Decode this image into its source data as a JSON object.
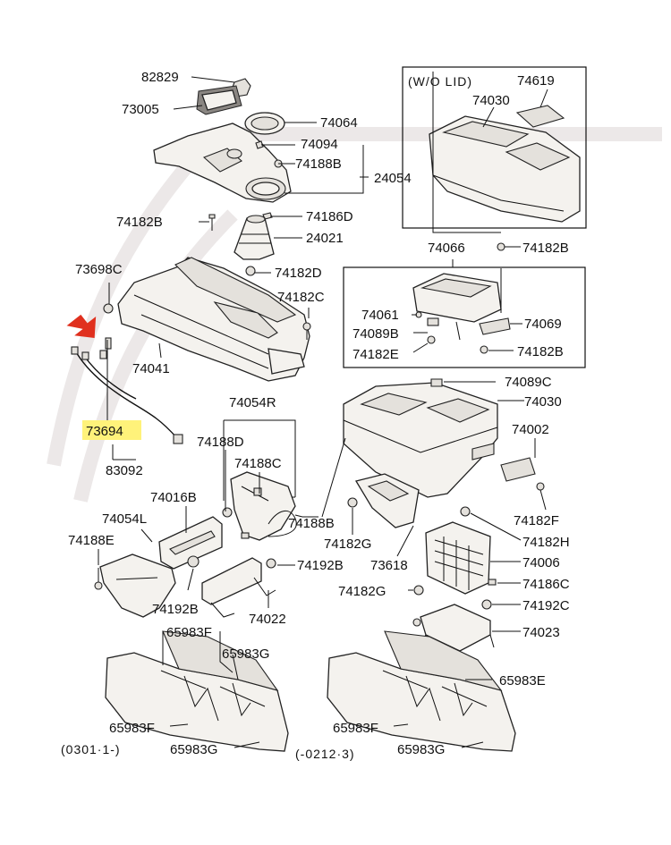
{
  "diagram": {
    "box_top_note": "(W/O  LID)",
    "variant_left": "(0301·1-)",
    "variant_right": "(-0212·3)",
    "highlighted_part": "73694",
    "highlight_color": "#fff27a",
    "arrow_color": "#e0301e",
    "labels": {
      "l82829": "82829",
      "l73005": "73005",
      "l74064": "74064",
      "l74094": "74094",
      "l74188B_a": "74188B",
      "l24054": "24054",
      "l74182B_a": "74182B",
      "l74186D": "74186D",
      "l24021": "24021",
      "l73698C": "73698C",
      "l74182D": "74182D",
      "l74182C": "74182C",
      "l74041": "74041",
      "l73694": "73694",
      "l83092": "83092",
      "l74054R": "74054R",
      "l74188D": "74188D",
      "l74188C": "74188C",
      "l74016B": "74016B",
      "l74054L": "74054L",
      "l74188E": "74188E",
      "l74192B_a": "74192B",
      "l74192B_b": "74192B",
      "l74022": "74022",
      "l74188B_b": "74188B",
      "l74619": "74619",
      "l74030_a": "74030",
      "l74066": "74066",
      "l74182B_b": "74182B",
      "l74061": "74061",
      "l74069": "74069",
      "l74089B": "74089B",
      "l74182E": "74182E",
      "l74182B_c": "74182B",
      "l74089C": "74089C",
      "l74030_b": "74030",
      "l74002": "74002",
      "l74182F": "74182F",
      "l74182G_a": "74182G",
      "l73618": "73618",
      "l74182H": "74182H",
      "l74006": "74006",
      "l74182G_b": "74182G",
      "l74186C": "74186C",
      "l74192C": "74192C",
      "l74023": "74023",
      "l65983F_a": "65983F",
      "l65983G_a": "65983G",
      "l65983E": "65983E",
      "l65983F_b": "65983F",
      "l65983G_b": "65983G",
      "l65983F_c": "65983F",
      "l65983G_c": "65983G"
    }
  }
}
